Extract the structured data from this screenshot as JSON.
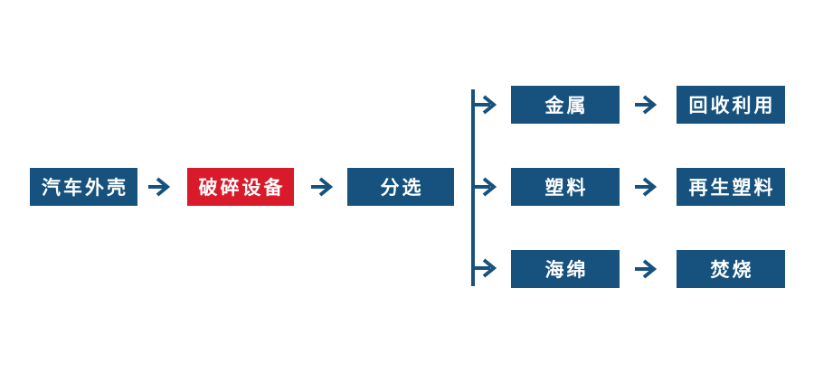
{
  "colors": {
    "node_blue": "#16527D",
    "node_red": "#D91A2A",
    "text": "#FFFFFF",
    "background": "#FFFFFF"
  },
  "flow": {
    "main_nodes": [
      {
        "label": "汽车外壳"
      },
      {
        "label": "破碎设备"
      },
      {
        "label": "分选"
      }
    ],
    "branches": [
      {
        "material": "金属",
        "result": "回收利用"
      },
      {
        "material": "塑料",
        "result": "再生塑料"
      },
      {
        "material": "海绵",
        "result": "焚烧"
      }
    ]
  }
}
